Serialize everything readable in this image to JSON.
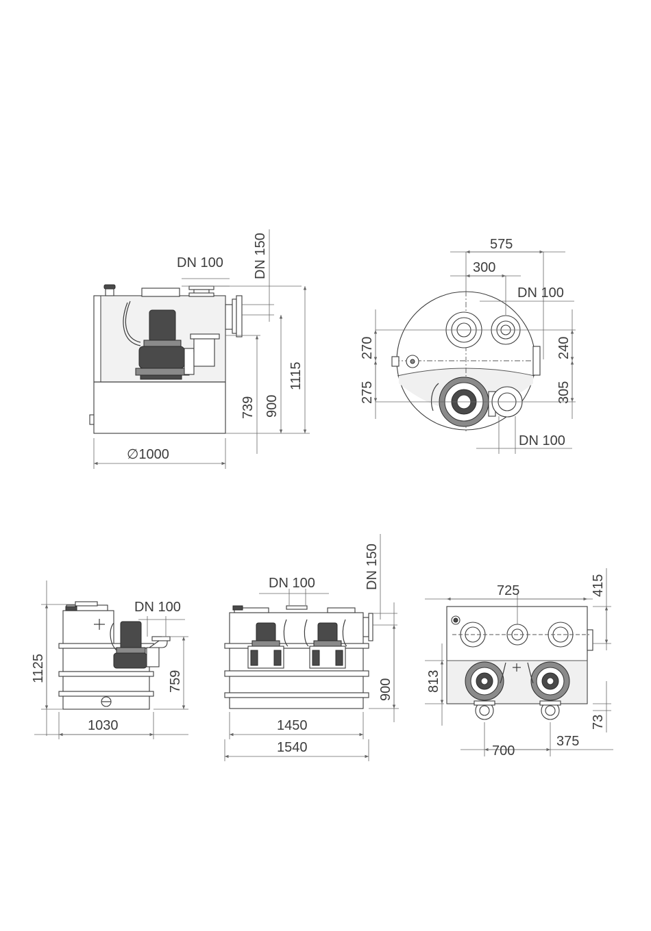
{
  "views": {
    "side_view": {
      "dn_top": "DN 100",
      "dn_vertical": "DN 150",
      "h_inlet": "739",
      "h_mid": "900",
      "h_total": "1115",
      "diameter": "∅1000"
    },
    "top_view": {
      "w_575": "575",
      "w_300": "300",
      "dn_top_right": "DN 100",
      "dn_bottom_right": "DN 100",
      "v_270": "270",
      "v_275": "275",
      "v_240": "240",
      "v_305": "305"
    },
    "duo_side_view": {
      "dn_top": "DN 100",
      "h_total": "1125",
      "h_inlet": "759",
      "width": "1030"
    },
    "duo_front_view": {
      "dn_top": "DN 100",
      "dn_vertical": "DN 150",
      "h_900": "900",
      "w_1450": "1450",
      "w_1540": "1540"
    },
    "duo_top_view": {
      "w_725": "725",
      "h_415": "415",
      "h_813": "813",
      "h_73": "73",
      "w_700": "700",
      "w_375": "375"
    }
  }
}
